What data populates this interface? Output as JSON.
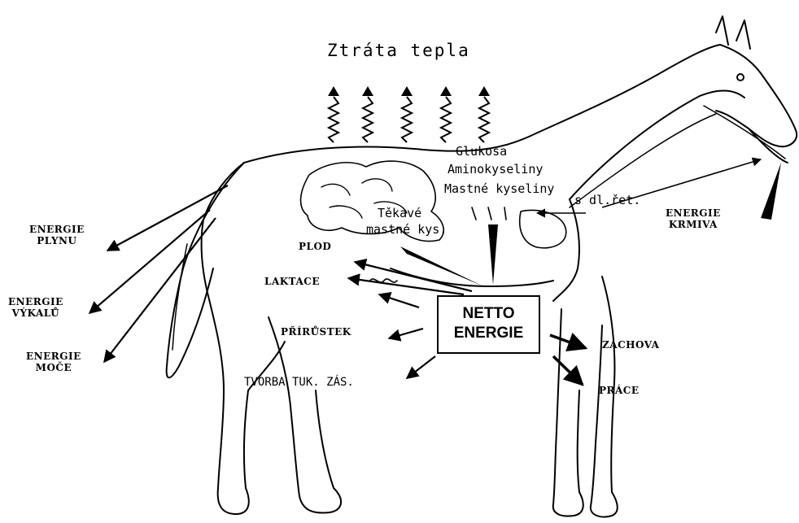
{
  "title": "Ztráta tepla",
  "nutrients": [
    "Glukosa",
    "Aminokyseliny",
    "Mastné kyseliny",
    "s dl.řet."
  ],
  "volatile": [
    "Těkavé",
    "mastné kys."
  ],
  "center_box": [
    "NETTO",
    "ENERGIE"
  ],
  "losses": {
    "gas": [
      "ENERGIE",
      "PLYNU"
    ],
    "feces": [
      "ENERGIE",
      "VÝKALŮ"
    ],
    "urine": [
      "ENERGIE",
      "MOČE"
    ],
    "feed": [
      "ENERGIE",
      "KRMIVA"
    ]
  },
  "uses": {
    "fetus": "PLOD",
    "lactation": "LAKTACE",
    "gain": "PŘÍRŮSTEK",
    "fat": "TVORBA TUK. ZÁS.",
    "maintenance": "ZÁCHOVA",
    "work": "PRÁCE"
  }
}
